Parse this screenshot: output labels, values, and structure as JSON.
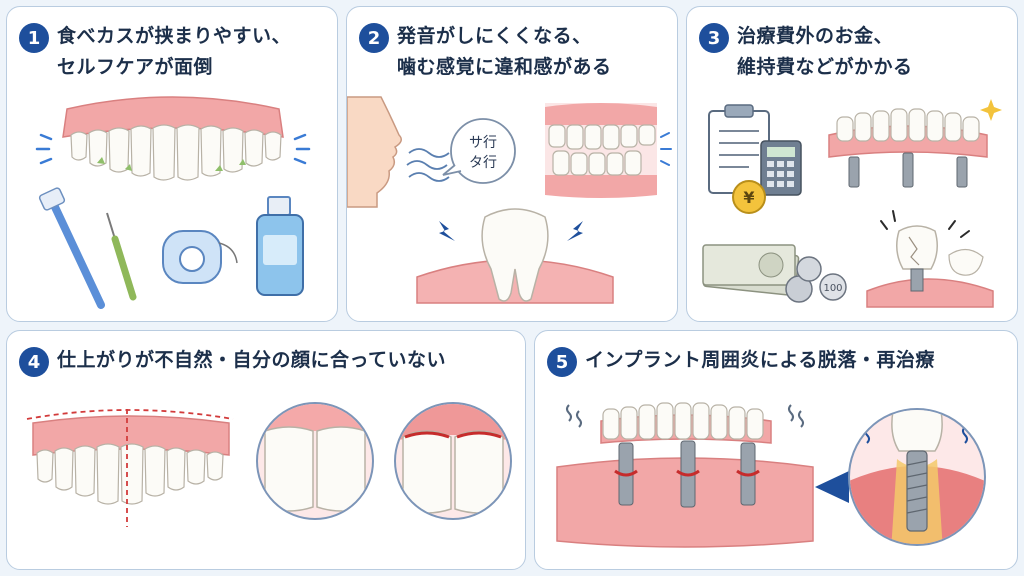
{
  "colors": {
    "accent": "#1e4f9c",
    "border": "#b9cce0",
    "gum": "#f2a7a7",
    "title_text": "#1c2f4a"
  },
  "panels": [
    {
      "number": "1",
      "title_lines": [
        "食べカスが挟まりやすい、",
        "セルフケアが面倒"
      ],
      "icons": [
        "dentures-icon",
        "toothbrush-icon",
        "interdental-brush-icon",
        "floss-icon",
        "mouthwash-icon"
      ]
    },
    {
      "number": "2",
      "title_lines": [
        "発音がしにくくなる、",
        "噛む感覚に違和感がある"
      ],
      "speech_lines": [
        "サ行",
        "タ行"
      ],
      "icons": [
        "speaking-face-icon",
        "teeth-bite-icon",
        "sensitive-tooth-icon"
      ]
    },
    {
      "number": "3",
      "title_lines": [
        "治療費外のお金、",
        "維持費などがかかる"
      ],
      "yen_symbol": "¥",
      "coin_label": "100",
      "icons": [
        "clipboard-icon",
        "calculator-icon",
        "implant-bridge-icon",
        "banknotes-icon",
        "coins-icon",
        "broken-tooth-icon"
      ]
    },
    {
      "number": "4",
      "title_lines": [
        "仕上がりが不自然・自分の顔に合っていない"
      ],
      "icons": [
        "midline-dentures-icon",
        "natural-tooth-zoom-icon",
        "irritated-gum-zoom-icon"
      ]
    },
    {
      "number": "5",
      "title_lines": [
        "インプラント周囲炎による脱落・再治療"
      ],
      "icons": [
        "implant-bridge-gum-icon",
        "peri-implantitis-zoom-icon"
      ]
    }
  ]
}
